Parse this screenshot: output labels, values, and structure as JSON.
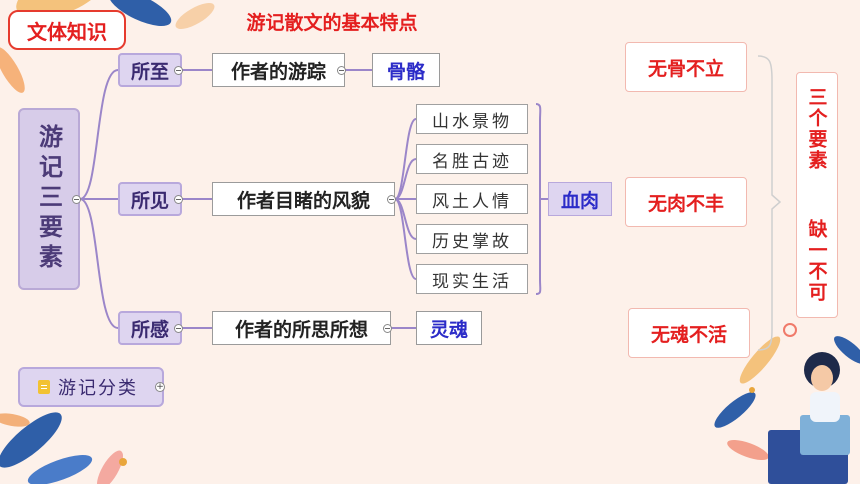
{
  "tag": "文体知识",
  "title": "游记散文的基本特点",
  "root": "游记三要素",
  "branches": [
    {
      "label": "所至",
      "node": "作者的游踪",
      "meaning": "骨骼"
    },
    {
      "label": "所见",
      "node": "作者目睹的风貌",
      "meaning": "血肉"
    },
    {
      "label": "所感",
      "node": "作者的所思所想",
      "meaning": "灵魂"
    }
  ],
  "leaves": [
    "山水景物",
    "名胜古迹",
    "风土人情",
    "历史掌故",
    "现实生活"
  ],
  "right": [
    "无骨不立",
    "无肉不丰",
    "无魂不活"
  ],
  "summary": "三个要素  缺一不可",
  "category": "游记分类",
  "colors": {
    "accent_red": "#e41f1f",
    "node_purple": "#ded5f0",
    "line_purple": "#9b86c9",
    "meaning_blue": "#2c2cc8"
  }
}
